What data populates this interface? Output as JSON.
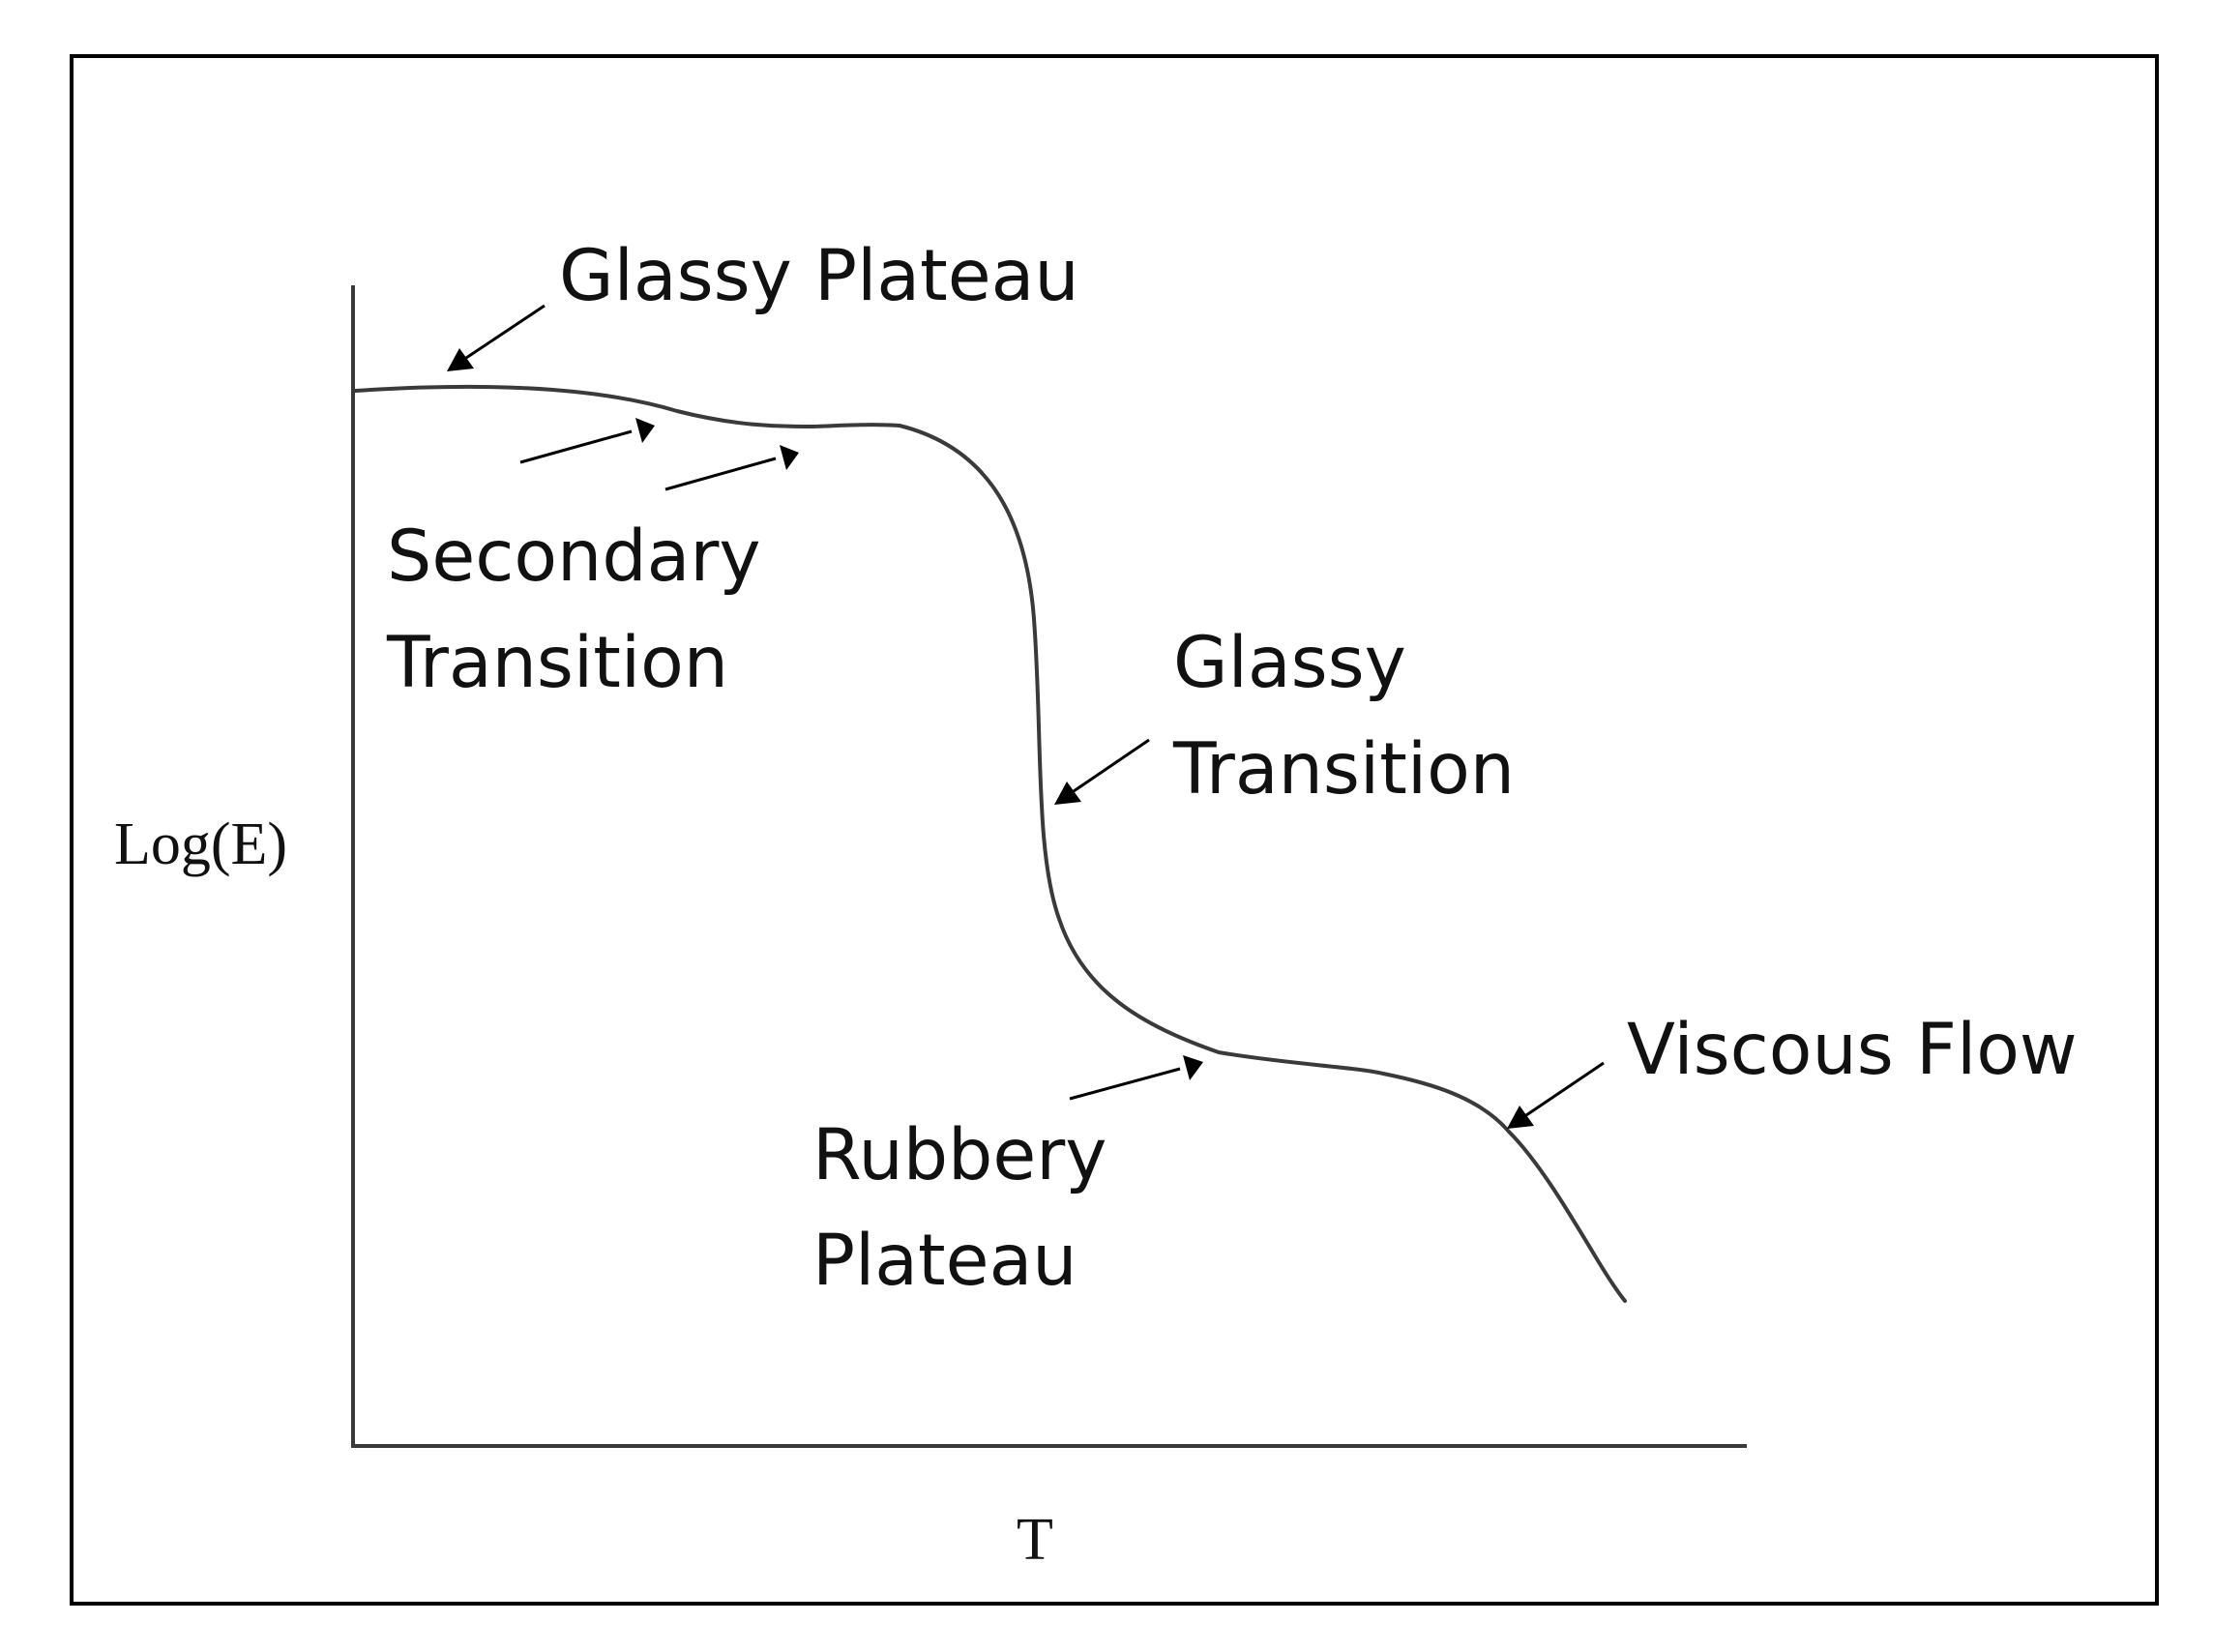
{
  "figure": {
    "y_axis_label": "Log(E)",
    "x_axis_label": "T",
    "curve_line_color": "#3a3a3a",
    "border_color": "#000000"
  },
  "callouts": {
    "glassy_plateau": {
      "lines": [
        "Glassy Plateau"
      ]
    },
    "secondary_transition": {
      "lines": [
        "Secondary",
        "Transition"
      ]
    },
    "glassy_transition": {
      "lines": [
        "Glassy",
        "Transition"
      ]
    },
    "rubbery_plateau": {
      "lines": [
        "Rubbery",
        "Plateau"
      ]
    },
    "viscous_flow": {
      "lines": [
        "Viscous Flow"
      ]
    }
  }
}
